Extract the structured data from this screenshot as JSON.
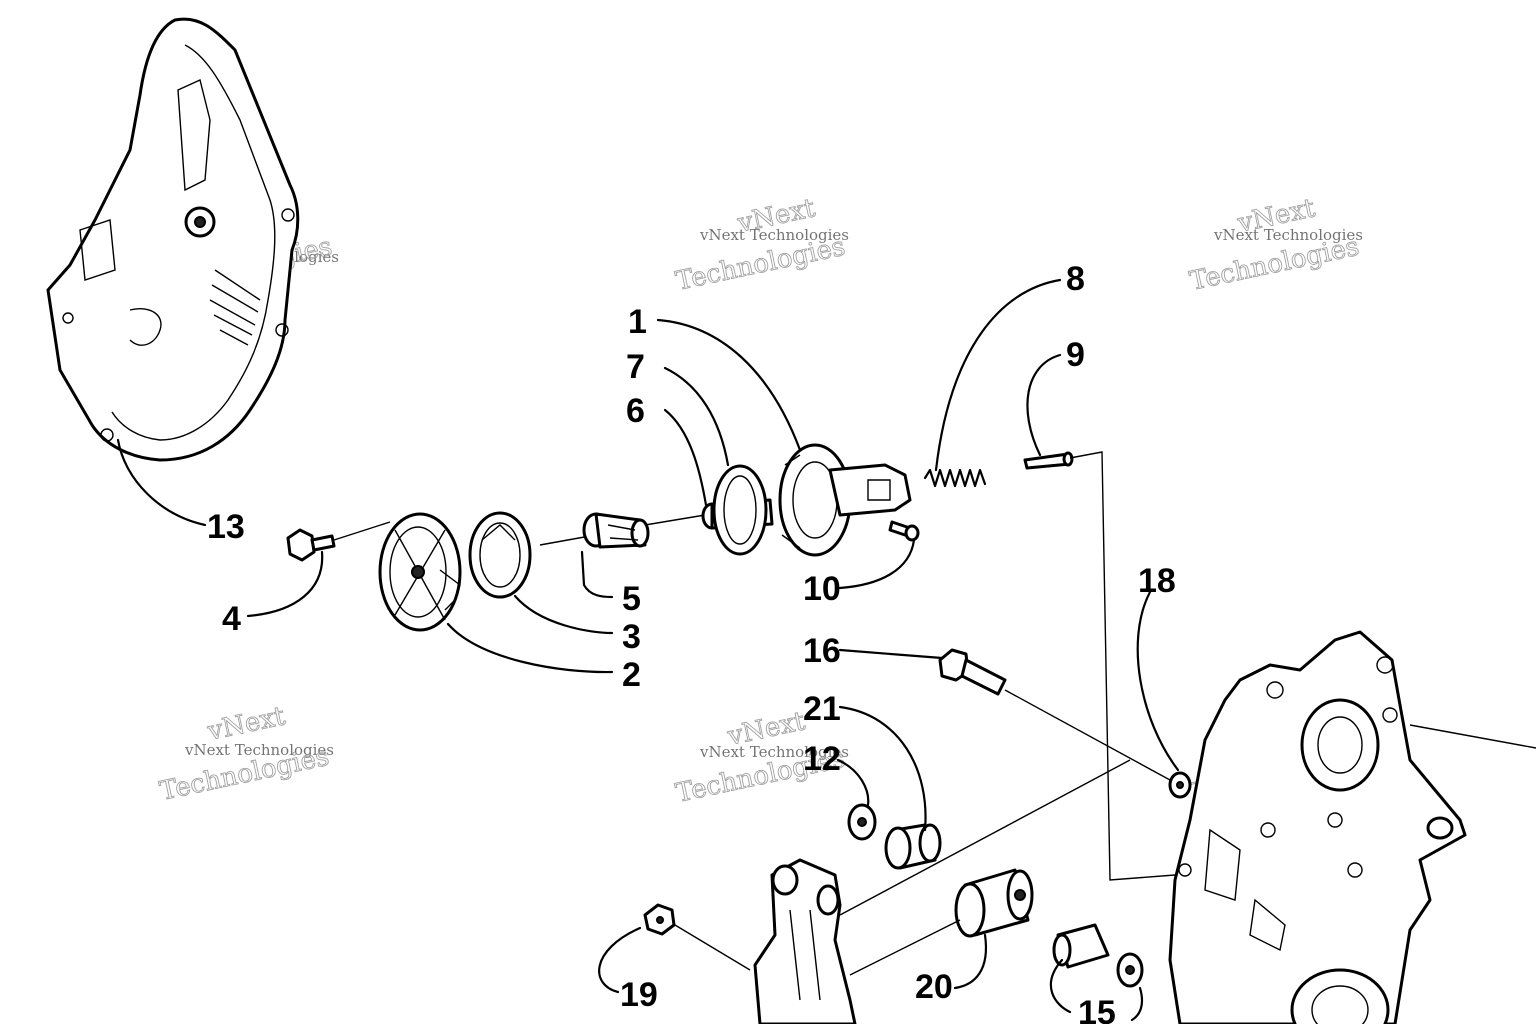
{
  "diagram": {
    "callouts": [
      {
        "id": "1",
        "text": "1"
      },
      {
        "id": "2",
        "text": "2"
      },
      {
        "id": "3",
        "text": "3"
      },
      {
        "id": "4",
        "text": "4"
      },
      {
        "id": "5",
        "text": "5"
      },
      {
        "id": "6",
        "text": "6"
      },
      {
        "id": "7",
        "text": "7"
      },
      {
        "id": "8",
        "text": "8"
      },
      {
        "id": "9",
        "text": "9"
      },
      {
        "id": "10",
        "text": "10"
      },
      {
        "id": "12",
        "text": "12"
      },
      {
        "id": "13",
        "text": "13"
      },
      {
        "id": "15",
        "text": "15"
      },
      {
        "id": "16",
        "text": "16"
      },
      {
        "id": "18",
        "text": "18"
      },
      {
        "id": "19",
        "text": "19"
      },
      {
        "id": "20",
        "text": "20"
      },
      {
        "id": "21",
        "text": "21"
      }
    ],
    "watermark": {
      "line1": "vNext Technologies",
      "line2": "vNext",
      "line3": "Technologies"
    }
  }
}
